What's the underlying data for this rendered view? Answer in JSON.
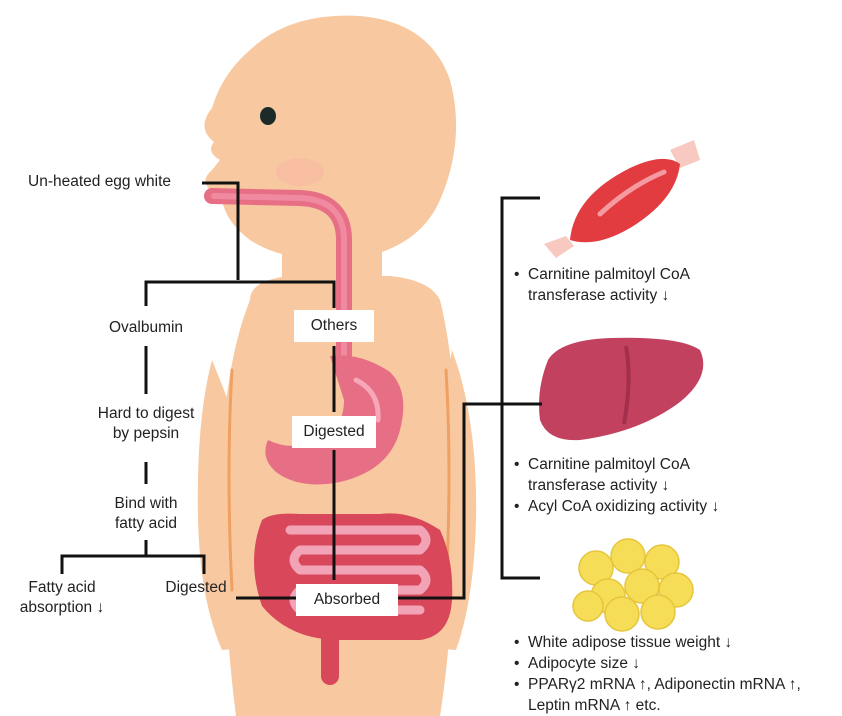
{
  "labels": {
    "egg_white": "Un-heated egg white",
    "ovalbumin": "Ovalbumin",
    "others": "Others",
    "hard_to_digest_1": "Hard to digest",
    "hard_to_digest_2": "by pepsin",
    "digested_center": "Digested",
    "bind_1": "Bind with",
    "bind_2": "fatty acid",
    "fatty_acid_1": "Fatty acid",
    "fatty_acid_2": "absorption ↓",
    "digested_left": "Digested",
    "absorbed": "Absorbed"
  },
  "muscle": {
    "line1": "Carnitine palmitoyl CoA",
    "line2": "transferase activity ↓"
  },
  "liver": {
    "line1": "Carnitine palmitoyl CoA",
    "line2": "transferase activity ↓",
    "line3": "Acyl CoA oxidizing activity ↓"
  },
  "adipose": {
    "line1": "White adipose tissue weight ↓",
    "line2": "Adipocyte size ↓",
    "line3": "PPARγ2 mRNA ↑, Adiponectin mRNA ↑,",
    "line4": "Leptin mRNA ↑ etc."
  },
  "bullet_char": "•",
  "colors": {
    "skin": "#f8c9a0",
    "skin_edge": "#f1b98a",
    "gut": "#e66f86",
    "gut_dark": "#c94a66",
    "intestine": "#d9475a",
    "muscle": "#e23b40",
    "liver": "#c2415f",
    "fat": "#f6dd57",
    "line": "#111111"
  }
}
